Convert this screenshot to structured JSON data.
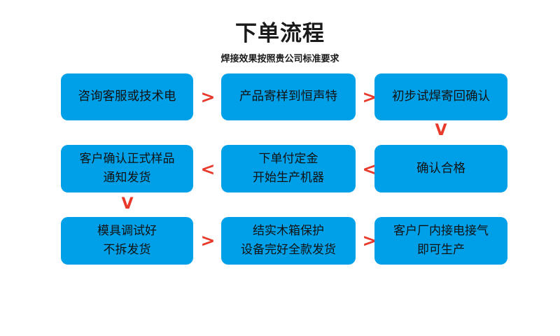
{
  "header": {
    "title": "下单流程",
    "subtitle": "焊接效果按照贵公司标准要求"
  },
  "colors": {
    "node_fill": "#00a0e9",
    "arrow": "#e8392b",
    "text": "#111111",
    "background": "#ffffff"
  },
  "flow": {
    "nodes": [
      {
        "id": "node-1",
        "lines": [
          "咨询客服或技术电"
        ]
      },
      {
        "id": "node-2",
        "lines": [
          "产品寄样到恒声特"
        ]
      },
      {
        "id": "node-3",
        "lines": [
          "初步试焊寄回确认"
        ]
      },
      {
        "id": "node-4",
        "lines": [
          "客户确认正式样品",
          "通知发货"
        ]
      },
      {
        "id": "node-5",
        "lines": [
          "下单付定金",
          "开始生产机器"
        ]
      },
      {
        "id": "node-6",
        "lines": [
          "确认合格"
        ]
      },
      {
        "id": "node-7",
        "lines": [
          "模具调试好",
          "不拆发货"
        ]
      },
      {
        "id": "node-8",
        "lines": [
          "结实木箱保护",
          "设备完好全款发货"
        ]
      },
      {
        "id": "node-9",
        "lines": [
          "客户厂内接电接气",
          "即可生产"
        ]
      }
    ],
    "arrows": [
      {
        "id": "arrow-1-to-2",
        "glyph": ">",
        "direction": "right"
      },
      {
        "id": "arrow-2-to-3",
        "glyph": ">",
        "direction": "right"
      },
      {
        "id": "arrow-3-to-6",
        "glyph": "V",
        "direction": "down"
      },
      {
        "id": "arrow-6-to-5",
        "glyph": "<",
        "direction": "left"
      },
      {
        "id": "arrow-5-to-4",
        "glyph": "<",
        "direction": "left"
      },
      {
        "id": "arrow-4-to-7",
        "glyph": "V",
        "direction": "down"
      },
      {
        "id": "arrow-7-to-8",
        "glyph": ">",
        "direction": "right"
      },
      {
        "id": "arrow-8-to-9",
        "glyph": ">",
        "direction": "right"
      }
    ]
  }
}
